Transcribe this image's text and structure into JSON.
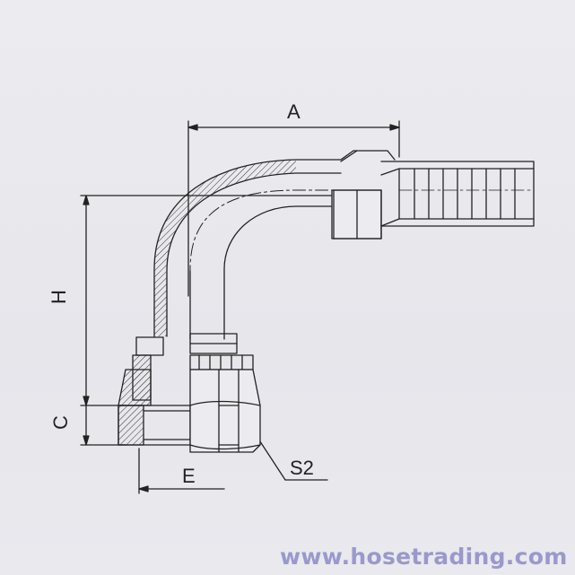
{
  "dimensions": {
    "a": "A",
    "h": "H",
    "c": "C",
    "e": "E",
    "s2": "S2"
  },
  "watermark": "www.hosetrading.com",
  "colors": {
    "background": "#e9e9ee",
    "line": "#222222",
    "watermark": "#9999cc"
  }
}
